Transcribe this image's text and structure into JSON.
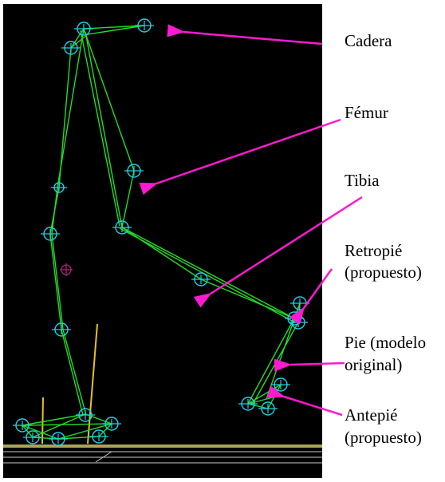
{
  "colors": {
    "panel": "#000000",
    "skeleton": "#22dd22",
    "joint": "#19d3e6",
    "arrow": "#ff19d0",
    "marker": "#aa2277",
    "ground": "#a9a45a",
    "ground_lines": "#c8c8c8",
    "force_lines": "#e6c020"
  },
  "icons": [
    "joint-circle-icon",
    "center-of-mass-marker-icon",
    "arrow-icon"
  ],
  "labels": {
    "cadera": "Cadera",
    "femur": "Fémur",
    "tibia": "Tibia",
    "retropie_line1": "Retropié",
    "retropie_line2": "(propuesto)",
    "pie_line1": "Pie (modelo",
    "pie_line2": "original)",
    "antepie_line1": "Antepié",
    "antepie_line2": "(propuesto)"
  }
}
